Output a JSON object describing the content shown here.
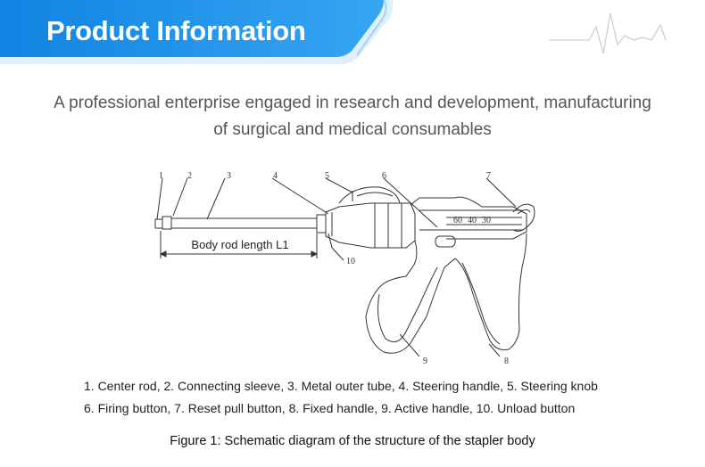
{
  "banner": {
    "title": "Product Information"
  },
  "subtitle": {
    "line1": "A professional enterprise engaged in research and development, manufacturing",
    "line2": "of surgical and medical consumables"
  },
  "diagram": {
    "callouts": [
      "1",
      "2",
      "3",
      "4",
      "5",
      "6",
      "7",
      "8",
      "9",
      "10"
    ],
    "dimension_label": "Body rod length L1",
    "scale_marks": [
      "60",
      "40",
      "30"
    ]
  },
  "legend": {
    "line1": "1. Center rod, 2. Connecting sleeve, 3. Metal outer tube, 4. Steering handle, 5. Steering knob",
    "line2": "6. Firing button, 7. Reset pull button, 8. Fixed handle, 9. Active handle, 10. Unload button"
  },
  "caption": "Figure 1: Schematic diagram of the structure of the stapler body",
  "colors": {
    "banner_blue": "#1a8fe8",
    "banner_light": "#5ab8f5"
  }
}
